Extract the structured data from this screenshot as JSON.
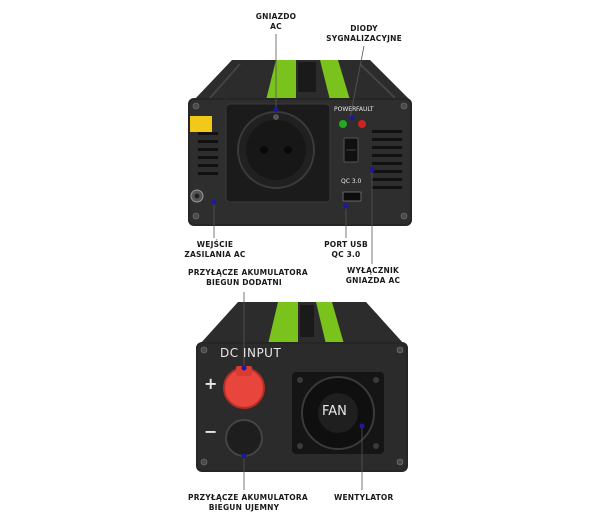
{
  "callouts": {
    "gniazdo_ac": [
      "GNIAZDO",
      "AC"
    ],
    "diody": [
      "DIODY",
      "SYGNALIZACYJNE"
    ],
    "wejscie": [
      "WEJŚCIE",
      "ZASILANIA AC"
    ],
    "port_usb": [
      "PORT USB",
      "QC 3.0"
    ],
    "wylacznik": [
      "WYŁĄCZNIK",
      "GNIAZDA AC"
    ],
    "biegun_dodatni": [
      "PRZYŁĄCZE AKUMULATORA",
      "BIEGUN DODATNI"
    ],
    "biegun_ujemny": [
      "PRZYŁĄCZE AKUMULATORA",
      "BIEGUN UJEMNY"
    ],
    "wentylator": [
      "WENTYLATOR"
    ]
  },
  "device_top": {
    "power_led_label": "POWER",
    "fault_led_label": "FAULT",
    "usb_label": "QC 3.0",
    "colors": {
      "led_power": "#22aa22",
      "led_fault": "#cc2222",
      "accent": "#7ac21c",
      "body": "#2a2a2a"
    }
  },
  "device_bottom": {
    "dc_input_label": "DC INPUT",
    "plus_sign": "+",
    "minus_sign": "−",
    "fan_label": "FAN",
    "colors": {
      "terminal_positive": "#e8453c",
      "terminal_negative": "#1e1e1e"
    }
  }
}
